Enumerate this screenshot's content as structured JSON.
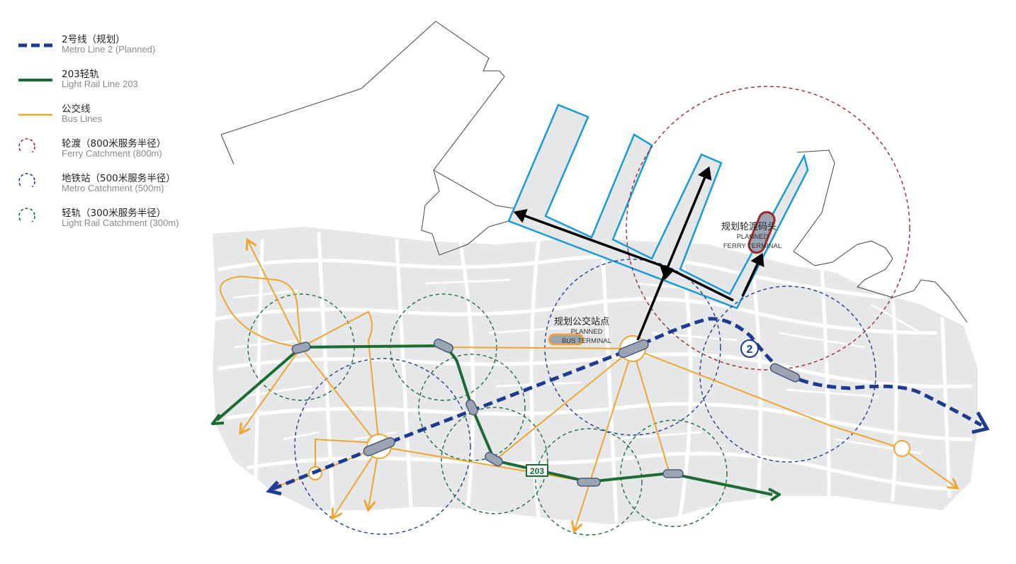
{
  "legend": {
    "metro2": {
      "cn": "2号线（规划）",
      "en": "Metro Line 2 (Planned)",
      "color": "#1f3b8f"
    },
    "lr203": {
      "cn": "203轻轨",
      "en": "Light Rail Line 203",
      "color": "#1d6b34"
    },
    "bus": {
      "cn": "公交线",
      "en": "Bus Lines",
      "color": "#f0a531"
    },
    "ferry_c": {
      "cn": "轮渡（800米服务半径）",
      "en": "Ferry Catchment (800m)",
      "color": "#9c2a2a"
    },
    "metro_c": {
      "cn": "地铁站（500米服务半径）",
      "en": "Metro Catchment (500m)",
      "color": "#1f3b8f"
    },
    "lr_c": {
      "cn": "轻轨（300米服务半径）",
      "en": "Light Rail Catchment (300m)",
      "color": "#1d6b34"
    }
  },
  "map": {
    "ferry_terminal": {
      "cn": "规划轮渡码头",
      "en1": "PLANNED",
      "en2": "FERRY TERMINAL"
    },
    "bus_terminal": {
      "cn": "规划公交站点",
      "en1": "PLANNED",
      "en2": "BUS TERMINAL"
    },
    "metro_badge": "2",
    "lr_badge": "203",
    "colors": {
      "pier": "#1a9ad6",
      "block": "#e6e7e8",
      "arrow": "#000000"
    }
  }
}
